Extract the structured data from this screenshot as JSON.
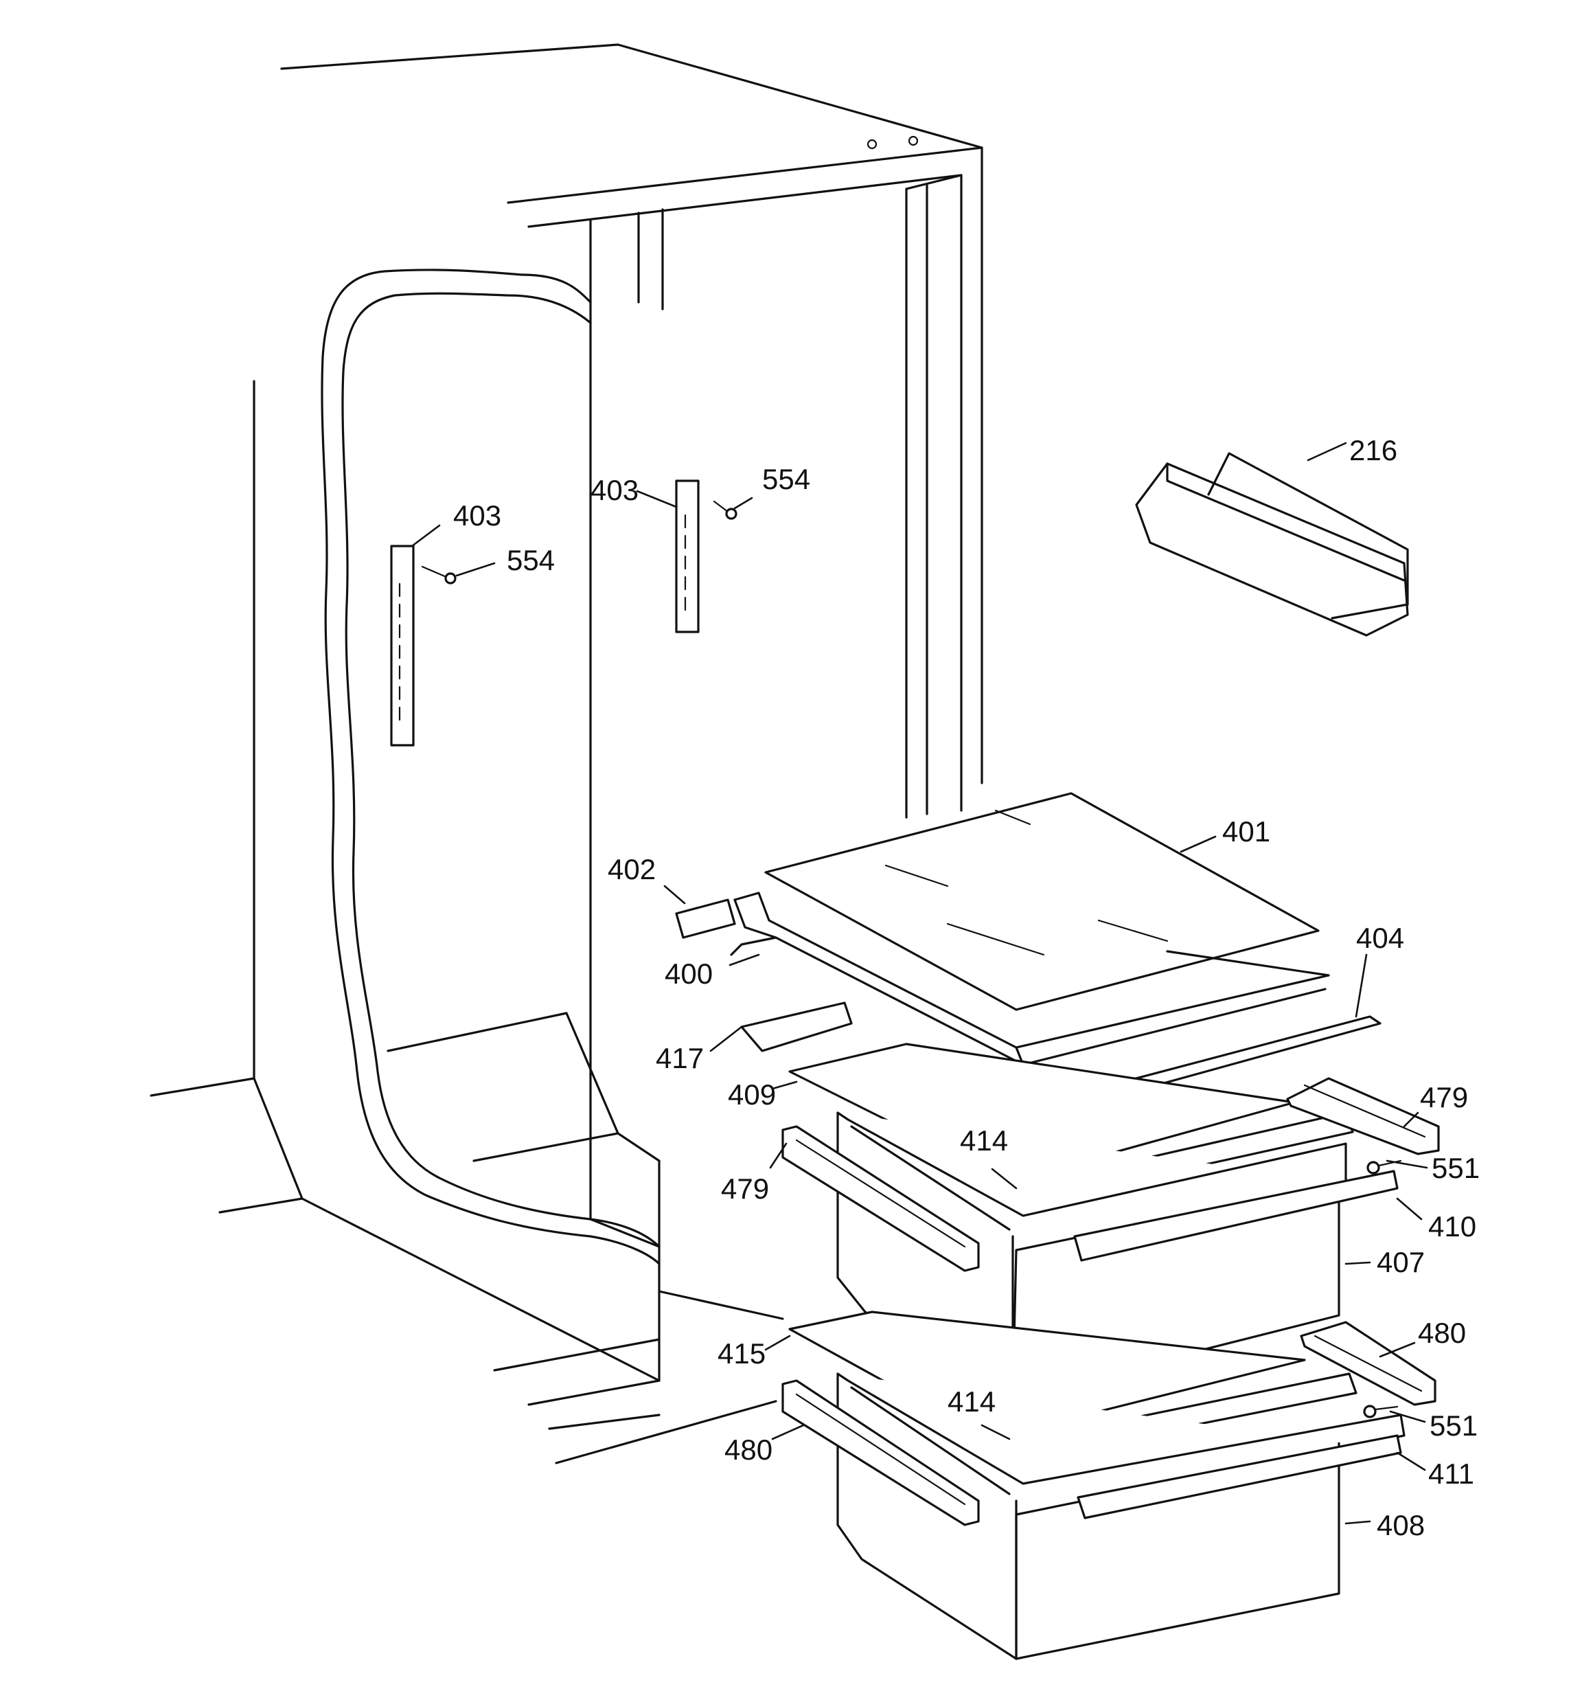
{
  "callouts": [
    "216",
    "403",
    "554",
    "403",
    "554",
    "401",
    "402",
    "404",
    "400",
    "417",
    "479",
    "409",
    "414",
    "551",
    "479",
    "410",
    "407",
    "480",
    "415",
    "414",
    "551",
    "480",
    "411",
    "408"
  ]
}
